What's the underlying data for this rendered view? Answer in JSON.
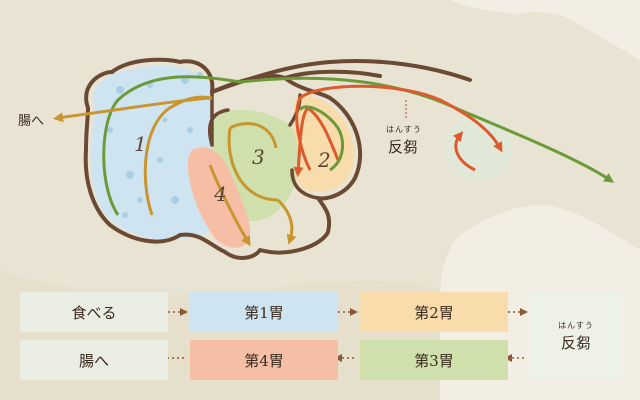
{
  "labels": {
    "intestine": "腸へ",
    "rumination_ruby": "はんすう",
    "rumination": "反芻",
    "stomach1": "1",
    "stomach2": "2",
    "stomach3": "3",
    "stomach4": "4"
  },
  "flow": {
    "row1": [
      {
        "id": "eat",
        "text": "食べる",
        "color": "#e9ede3"
      },
      {
        "id": "s1",
        "text": "第1胃",
        "color": "#cfe4f1"
      },
      {
        "id": "s2",
        "text": "第2胃",
        "color": "#f8dcac"
      },
      {
        "id": "rum",
        "ruby": "はんすう",
        "text": "反芻",
        "color": "#eef1e8"
      }
    ],
    "row2": [
      {
        "id": "out",
        "text": "腸へ",
        "color": "#e9ede3"
      },
      {
        "id": "s4",
        "text": "第4胃",
        "color": "#f6bfa5"
      },
      {
        "id": "s3",
        "text": "第3胃",
        "color": "#cfe0ac"
      }
    ]
  },
  "colors": {
    "background": "#f3eee3",
    "cow_silhouette": "#e9e3d3",
    "outline": "#6b4a33",
    "arrow_green": "#6d9a38",
    "arrow_gold": "#c8952e",
    "arrow_red": "#dc5a2c",
    "arrow_dotted": "#8a5a36"
  }
}
